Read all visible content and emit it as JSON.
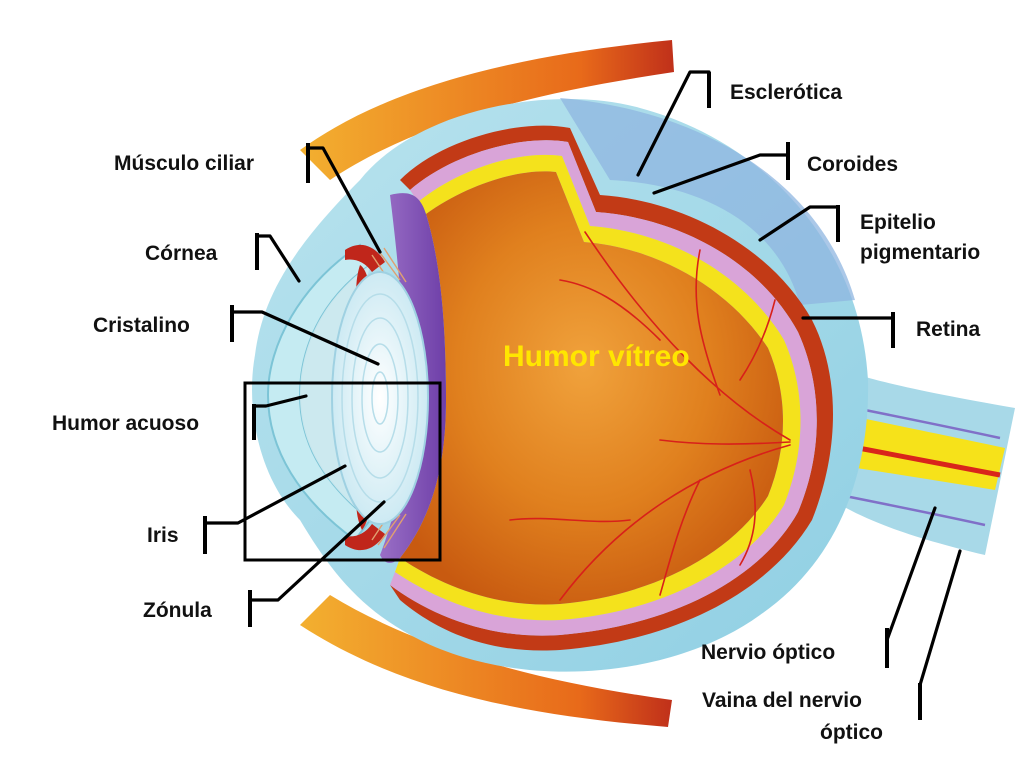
{
  "diagram": {
    "center_label": "Humor vítreo",
    "labels": {
      "esclerotica": "Esclerótica",
      "coroides": "Coroides",
      "epitelio_1": "Epitelio",
      "epitelio_2": "pigmentario",
      "retina": "Retina",
      "musculo_ciliar": "Músculo ciliar",
      "cornea": "Córnea",
      "cristalino": "Cristalino",
      "humor_acuoso": "Humor acuoso",
      "iris": "Iris",
      "zonula": "Zónula",
      "nervio_optico": "Nervio óptico",
      "vaina_1": "Vaina del nervio",
      "vaina_2": "óptico"
    }
  }
}
